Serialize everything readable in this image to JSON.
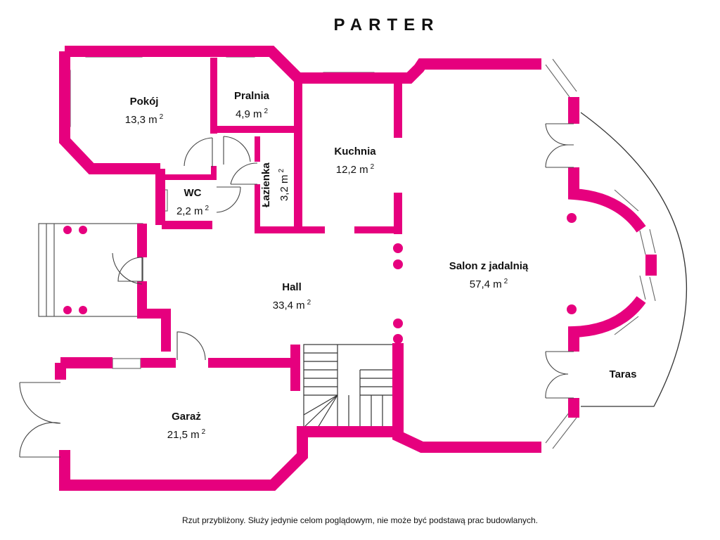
{
  "title": "PARTER",
  "colors": {
    "wall": "#e6007e",
    "line": "#555555",
    "background": "#ffffff"
  },
  "rooms": [
    {
      "id": "pokoj",
      "name": "Pokój",
      "area": "13,3 m",
      "unit_exp": "2"
    },
    {
      "id": "pralnia",
      "name": "Pralnia",
      "area": "4,9 m",
      "unit_exp": "2"
    },
    {
      "id": "kuchnia",
      "name": "Kuchnia",
      "area": "12,2 m",
      "unit_exp": "2"
    },
    {
      "id": "lazienka",
      "name": "Łazienka",
      "area": "3,2 m",
      "unit_exp": "2"
    },
    {
      "id": "wc",
      "name": "WC",
      "area": "2,2 m",
      "unit_exp": "2"
    },
    {
      "id": "hall",
      "name": "Hall",
      "area": "33,4 m",
      "unit_exp": "2"
    },
    {
      "id": "salon",
      "name": "Salon z jadalnią",
      "area": "57,4 m",
      "unit_exp": "2"
    },
    {
      "id": "garaz",
      "name": "Garaż",
      "area": "21,5 m",
      "unit_exp": "2"
    },
    {
      "id": "taras",
      "name": "Taras",
      "area": "",
      "unit_exp": ""
    }
  ],
  "footnote": "Rzut przybliżony. Służy jedynie celom poglądowym, nie może być podstawą prac budowlanych."
}
